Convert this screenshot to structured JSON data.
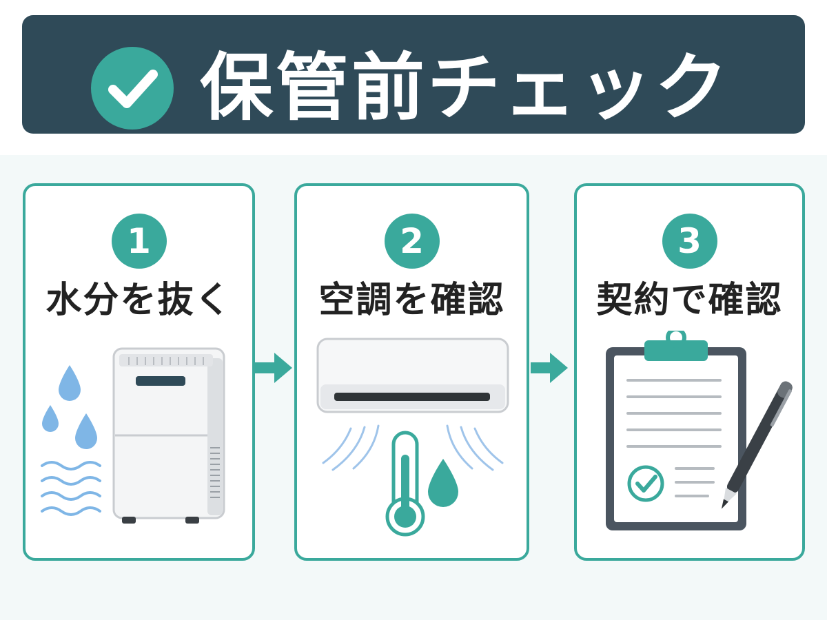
{
  "header": {
    "title": "保管前チェック",
    "icon": "checkmark-circle-icon"
  },
  "steps": [
    {
      "number": "1",
      "label": "水分を抜く",
      "icon": "dehumidifier-icon"
    },
    {
      "number": "2",
      "label": "空調を確認",
      "icon": "air-conditioner-icon"
    },
    {
      "number": "3",
      "label": "契約で確認",
      "icon": "clipboard-contract-icon"
    }
  ],
  "colors": {
    "accent": "#3aa99c",
    "header_bg": "#2f4a58",
    "water": "#7fb6e6",
    "text": "#222222"
  }
}
